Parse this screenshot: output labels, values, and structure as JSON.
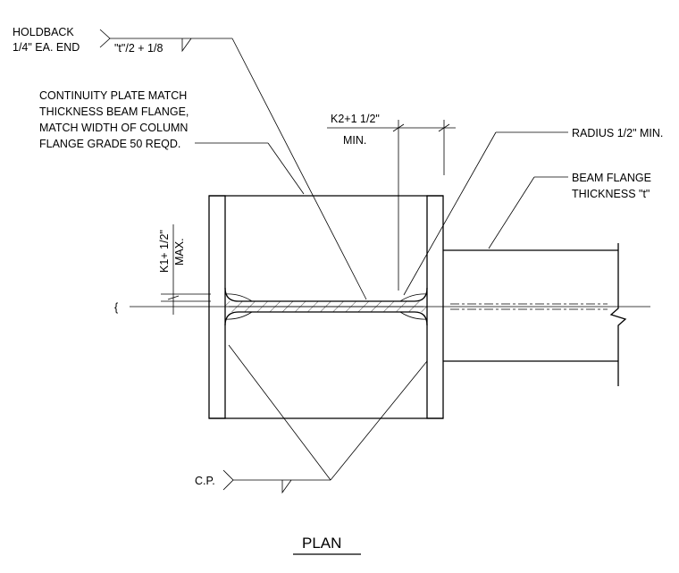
{
  "labels": {
    "holdback_1": "HOLDBACK",
    "holdback_2": "1/4\" EA. END",
    "weld_holdback": "\"t\"/2 + 1/8",
    "cont_1": "CONTINUITY PLATE MATCH",
    "cont_2": "THICKNESS BEAM FLANGE,",
    "cont_3": "MATCH WIDTH OF COLUMN",
    "cont_4": "FLANGE GRADE 50 REQD.",
    "k2": "K2+1 1/2\"",
    "k2_min": "MIN.",
    "radius": "RADIUS 1/2\" MIN.",
    "beam_1": "BEAM FLANGE",
    "beam_2": "THICKNESS \"t\"",
    "k1": "K1+ 1/2\"",
    "k1_max": "MAX.",
    "centerline": "{",
    "cp": "C.P.",
    "plan": "PLAN"
  },
  "colors": {
    "ink": "#000000",
    "paper": "#ffffff"
  }
}
